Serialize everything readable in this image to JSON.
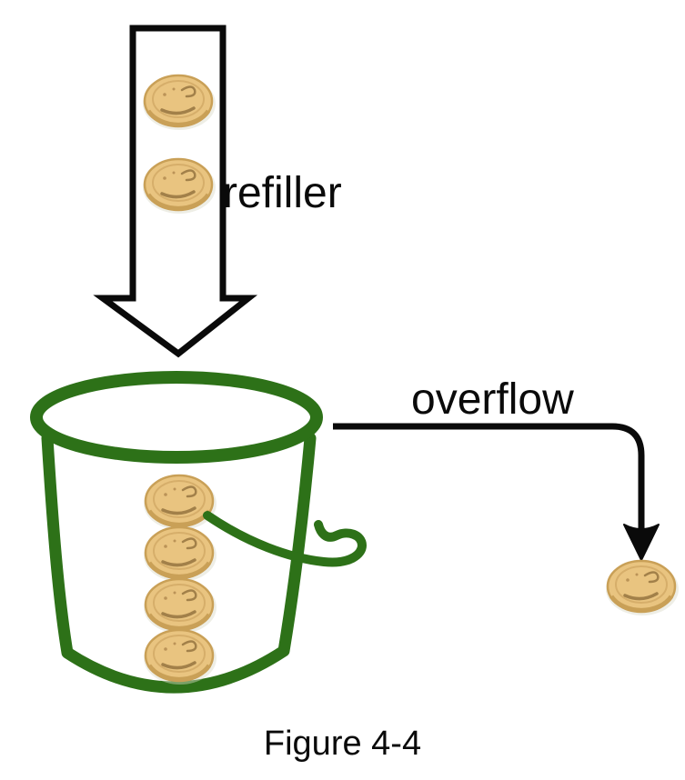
{
  "figure": {
    "caption": "Figure 4-4"
  },
  "labels": {
    "refiller": "refiller",
    "overflow": "overflow"
  },
  "diagram": {
    "refiller_arrow_coin_count": 2,
    "bucket_coin_count": 4,
    "overflow_coin_count": 1,
    "colors": {
      "line_black": "#0a0a0a",
      "bucket_green": "#2d7118",
      "coin_fill": "#e9c480",
      "coin_edge": "#c9a057",
      "coin_detail": "#a28049"
    }
  }
}
